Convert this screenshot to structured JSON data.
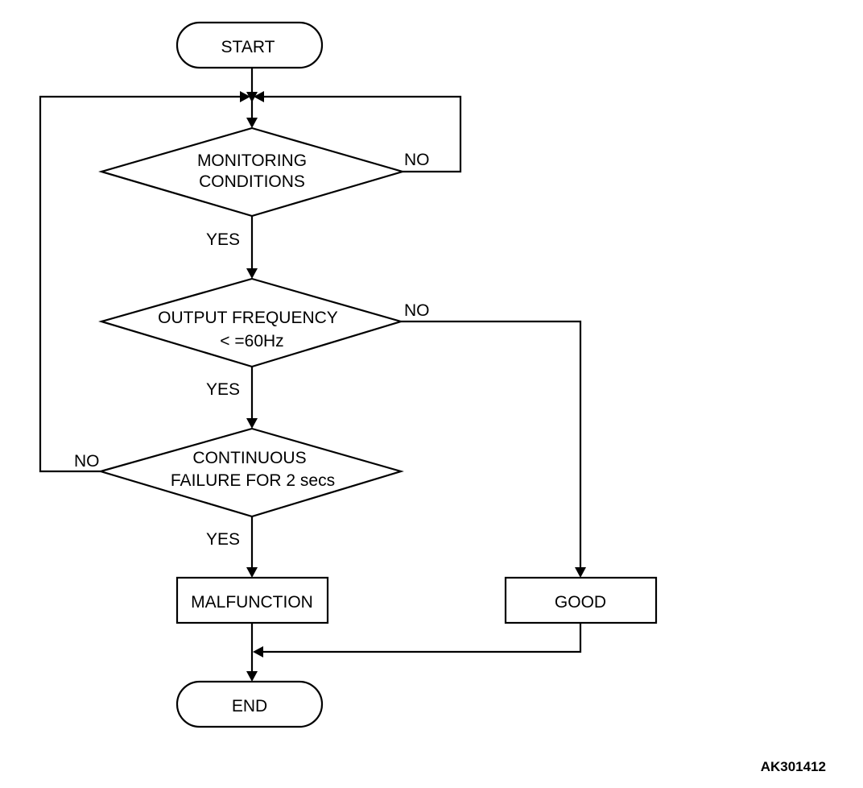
{
  "flowchart": {
    "start": "START",
    "monitoring": {
      "line1": "MONITORING",
      "line2": "CONDITIONS"
    },
    "output": {
      "line1": "OUTPUT FREQUENCY",
      "line2": "< =60Hz"
    },
    "continuous": {
      "line1": "CONTINUOUS",
      "line2": "FAILURE FOR 2 secs"
    },
    "malfunction": "MALFUNCTION",
    "good": "GOOD",
    "end": "END",
    "labels": {
      "yes": "YES",
      "no": "NO"
    }
  },
  "figure_id": "AK301412"
}
